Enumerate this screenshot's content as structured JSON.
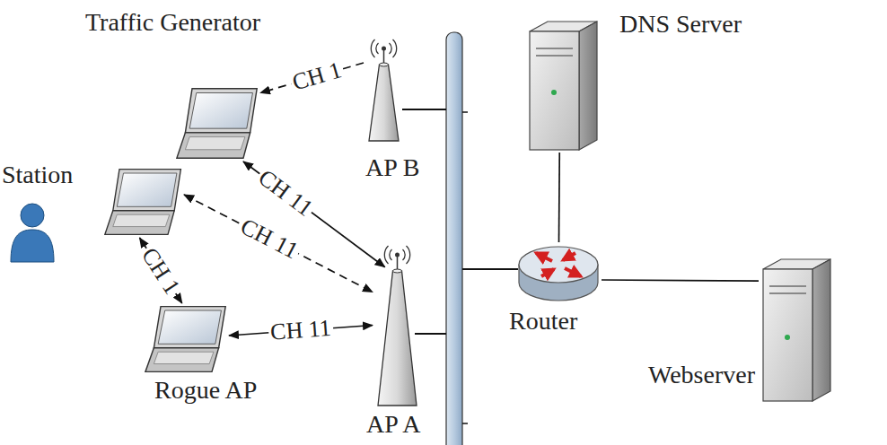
{
  "diagram": {
    "nodes": [
      {
        "text": [
          "Traffic Generator"
        ]
      },
      {
        "text": [
          "AP B"
        ]
      },
      {
        "text": [
          "DNS Server"
        ]
      },
      {
        "text": [
          "Station"
        ]
      },
      {
        "text": [
          "Router"
        ]
      },
      {
        "text": [
          "Rogue AP"
        ]
      },
      {
        "text": [
          "AP A"
        ]
      },
      {
        "text": [
          "Webserver"
        ]
      }
    ],
    "edges": [
      {
        "from": 1,
        "to": 0,
        "arrow": "to",
        "label": "CH 1"
      },
      {
        "from": 0,
        "to": 6,
        "arrow": "both",
        "label": "CH 11"
      },
      {
        "from": 3,
        "to": 6,
        "arrow": "both",
        "label": "CH 11"
      },
      {
        "from": 3,
        "to": 5,
        "arrow": "both",
        "label": "CH 1"
      },
      {
        "from": 5,
        "to": 6,
        "arrow": "both",
        "label": "CH 11"
      },
      {
        "from": 2,
        "to": 4,
        "arrow": "none"
      },
      {
        "from": 4,
        "to": 7,
        "arrow": "none"
      }
    ]
  }
}
